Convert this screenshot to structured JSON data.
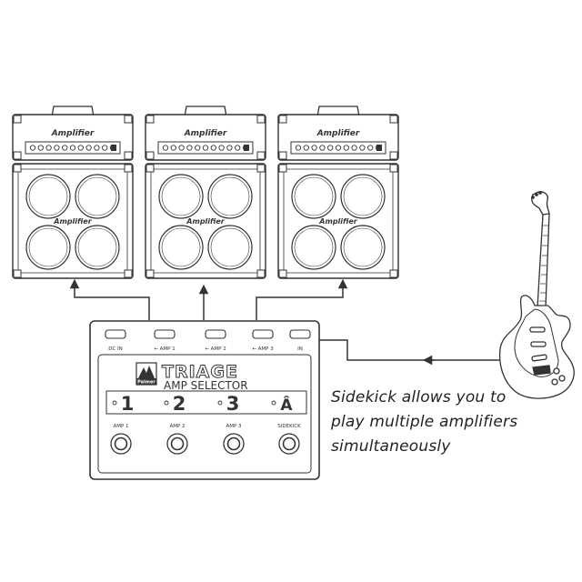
{
  "amps": [
    {
      "head_label": "Amplifier",
      "cab_label": "Amplifier"
    },
    {
      "head_label": "Amplifier",
      "cab_label": "Amplifier"
    },
    {
      "head_label": "Amplifier",
      "cab_label": "Amplifier"
    }
  ],
  "pedal": {
    "jacks": [
      "DC IN",
      "AMP 1",
      "AMP 2",
      "AMP 3",
      "IN"
    ],
    "jack_arrow": "←",
    "brand": "Palmer",
    "title": "TRIAGE",
    "subtitle": "AMP SELECTOR",
    "channels": [
      "1",
      "2",
      "3"
    ],
    "sidekick_glyph": "Â",
    "switch_labels": [
      "AMP 1",
      "AMP 2",
      "AMP 3",
      "SIDEKICK"
    ]
  },
  "caption": {
    "lines": [
      "Sidekick allows you to",
      "play multiple amplifiers",
      "simultaneously"
    ]
  },
  "colors": {
    "ink": "#333333",
    "paper": "#ffffff"
  }
}
